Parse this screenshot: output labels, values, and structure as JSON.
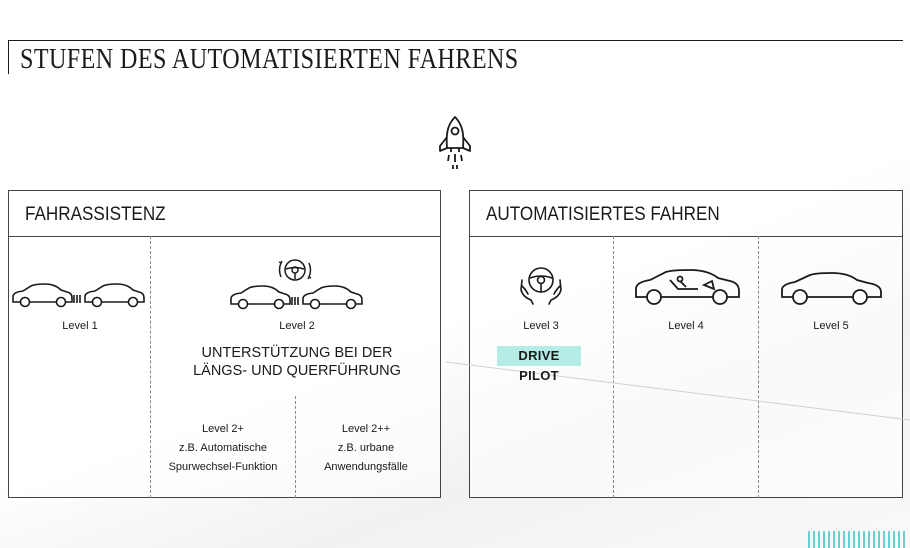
{
  "title": "STUFEN DES AUTOMATISIERTEN FAHRENS",
  "panels": {
    "assist": {
      "title": "FAHRASSISTENZ",
      "level1": "Level 1",
      "level2": "Level 2",
      "support_line1": "UNTERSTÜTZUNG BEI DER",
      "support_line2": "LÄNGS- UND QUERFÜHRUNG",
      "level2plus": {
        "label": "Level 2+",
        "line1": "z.B. Automatische",
        "line2": "Spurwechsel-Funktion"
      },
      "level2plusplus": {
        "label": "Level 2++",
        "line1": "z.B. urbane",
        "line2": "Anwendungsfälle"
      }
    },
    "auto": {
      "title": "AUTOMATISIERTES FAHREN",
      "level3": "Level 3",
      "level4": "Level 4",
      "level5": "Level 5",
      "badge": "DRIVE PILOT"
    }
  },
  "colors": {
    "line": "#1a1a1a",
    "badge": "#b6ece6",
    "accent_bars": "#37c6c0"
  },
  "icons": [
    "rocket-icon",
    "car-icon",
    "steering-wheel-icon",
    "hands-on-wheel-icon",
    "car-with-reclining-seat-icon"
  ]
}
